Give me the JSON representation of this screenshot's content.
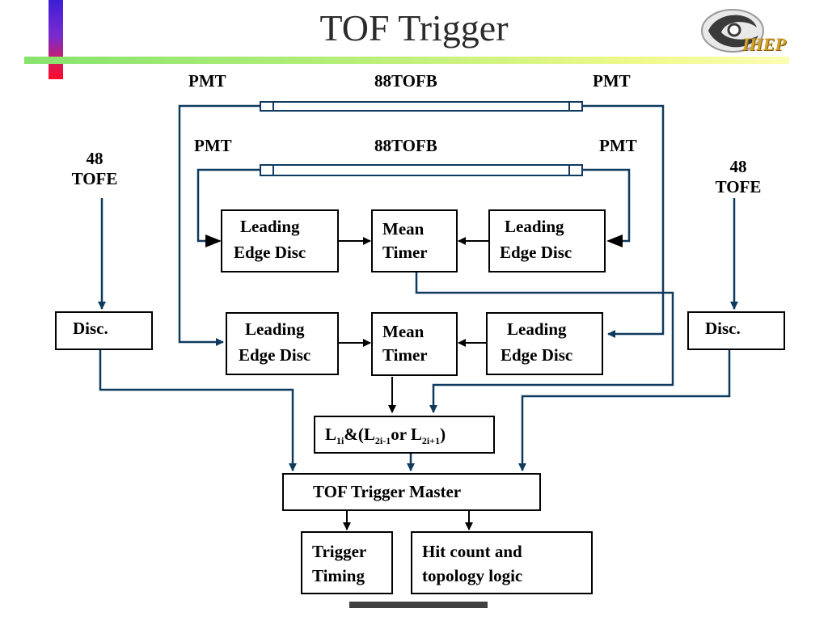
{
  "slide": {
    "title": "TOF Trigger",
    "logo_text": "IHEP"
  },
  "detector": {
    "barrel_top": {
      "pmt_left": "PMT",
      "counter": "88TOFB",
      "pmt_right": "PMT"
    },
    "barrel_inner": {
      "pmt_left": "PMT",
      "counter": "88TOFB",
      "pmt_right": "PMT"
    },
    "endcap_left": {
      "count": "48",
      "label": "TOFE"
    },
    "endcap_right": {
      "count": "48",
      "label": "TOFE"
    }
  },
  "boxes": {
    "led_upper_left": [
      "Leading",
      "Edge Disc"
    ],
    "mean_timer_upper": [
      "Mean",
      "Timer"
    ],
    "led_upper_right": [
      "Leading",
      "Edge Disc"
    ],
    "led_lower_left": [
      "Leading",
      "Edge Disc"
    ],
    "mean_timer_lower": [
      "Mean",
      "Timer"
    ],
    "led_lower_right": [
      "Leading",
      "Edge Disc"
    ],
    "disc_left": "Disc.",
    "disc_right": "Disc.",
    "logic": {
      "l1": "L",
      "l1_sub": "1i",
      "amp": "&(L",
      "l2a_sub": "2i-1",
      "or": "or L",
      "l2b_sub": "2i+1",
      "close": ")"
    },
    "master": "TOF Trigger Master",
    "trigger_timing": [
      "Trigger",
      "Timing"
    ],
    "hit_count": [
      "Hit count and",
      "topology logic"
    ]
  },
  "colors": {
    "wire": "#0f3a5f",
    "box_border": "#000000"
  }
}
